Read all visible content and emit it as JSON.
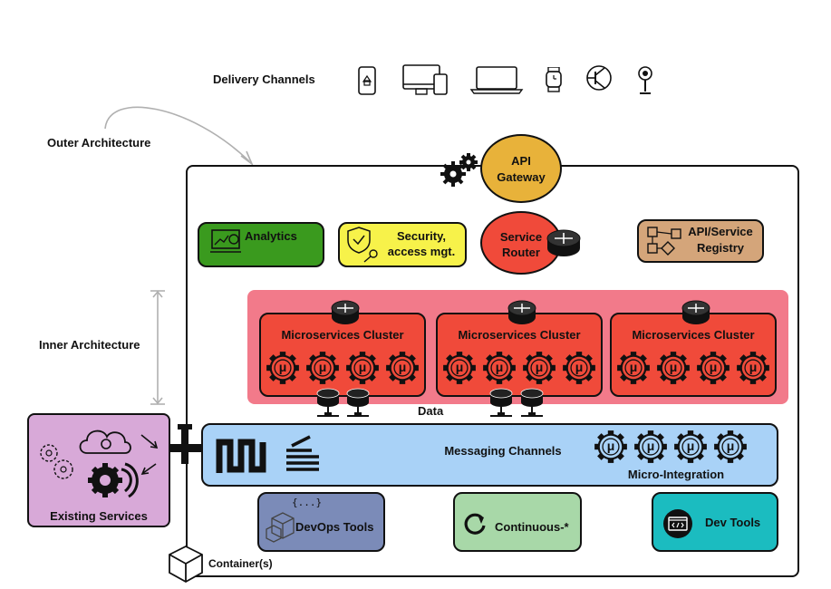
{
  "labels": {
    "delivery_channels": "Delivery Channels",
    "outer_architecture": "Outer Architecture",
    "inner_architecture": "Inner Architecture",
    "data": "Data",
    "container": "Container(s)"
  },
  "gateway": {
    "line1": "API",
    "line2": "Gateway"
  },
  "router": {
    "line1": "Service",
    "line2": "Router"
  },
  "services": {
    "analytics": "Analytics",
    "security_line1": "Security,",
    "security_line2": "access mgt.",
    "registry_line1": "API/Service",
    "registry_line2": "Registry"
  },
  "clusters": [
    {
      "title": "Microservices Cluster"
    },
    {
      "title": "Microservices Cluster"
    },
    {
      "title": "Microservices Cluster"
    }
  ],
  "micro_symbol": "μ",
  "messaging": {
    "title": "Messaging Channels",
    "integration": "Micro-Integration"
  },
  "existing": {
    "title": "Existing Services"
  },
  "tools": {
    "devops": "DevOps Tools",
    "devops_snippet": "{...}",
    "continuous": "Continuous-*",
    "dev": "Dev Tools"
  },
  "colors": {
    "gateway": "#e8b23a",
    "analytics": "#3a9a1e",
    "security": "#f7f24a",
    "registry": "#d4a57a",
    "cluster_zone": "#f27a8a",
    "cluster": "#f04a3a",
    "messaging": "#a9d2f7",
    "existing": "#d8a9d8",
    "devops": "#7b8bb8",
    "continuous": "#a8d8a8",
    "devtools": "#1bbcc0"
  }
}
